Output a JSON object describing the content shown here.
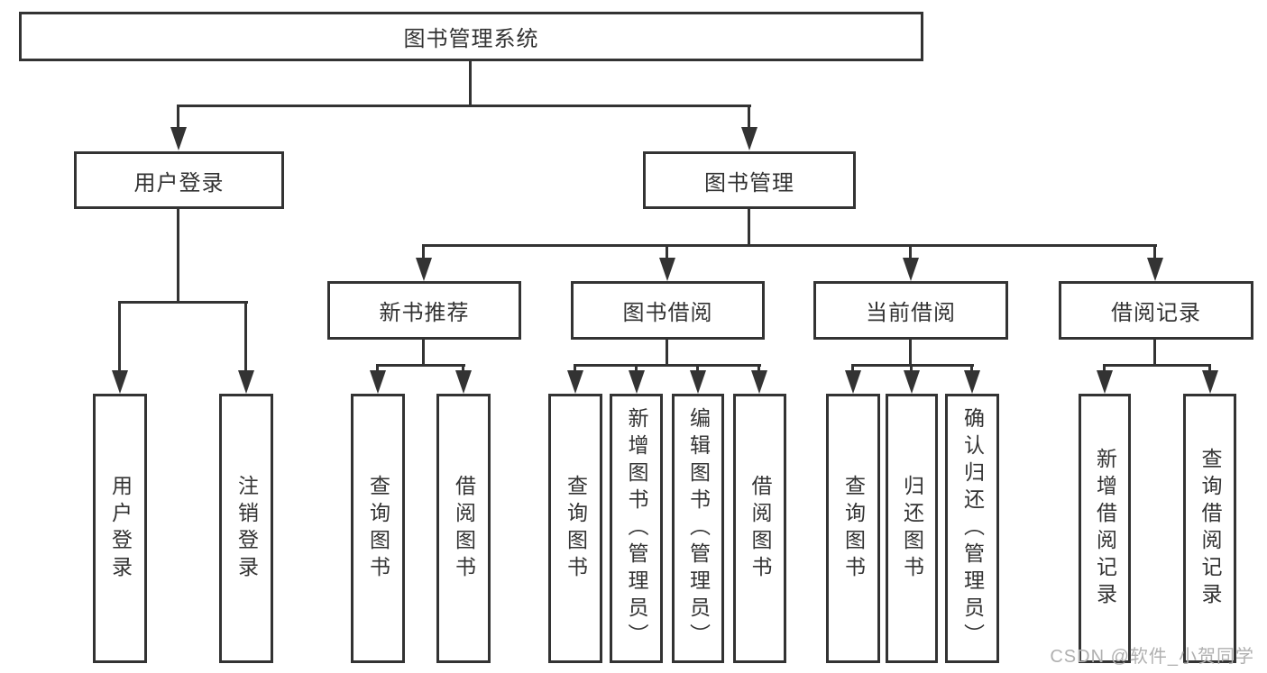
{
  "colors": {
    "line": "#333333",
    "box_border": "#333333",
    "text": "#333333",
    "background": "#ffffff",
    "watermark": "#b0b0b0"
  },
  "nodes": {
    "root": "图书管理系统",
    "user_login": "用户登录",
    "book_mgmt": "图书管理",
    "new_rec": "新书推荐",
    "book_borrow": "图书借阅",
    "current_borrow": "当前借阅",
    "borrow_records": "借阅记录",
    "leaf_user_login": "用户登录",
    "leaf_logout": "注销登录",
    "leaf_query_book_1": "查询图书",
    "leaf_borrow_book_1": "借阅图书",
    "leaf_query_book_2": "查询图书",
    "leaf_add_book": "新增图书（管理员）",
    "leaf_edit_book": "编辑图书（管理员）",
    "leaf_borrow_book_2": "借阅图书",
    "leaf_query_book_3": "查询图书",
    "leaf_return_book": "归还图书",
    "leaf_confirm_return": "确认归还（管理员）",
    "leaf_add_borrow_record": "新增借阅记录",
    "leaf_query_borrow_record": "查询借阅记录"
  },
  "watermark": "CSDN @软件_小贺同学"
}
